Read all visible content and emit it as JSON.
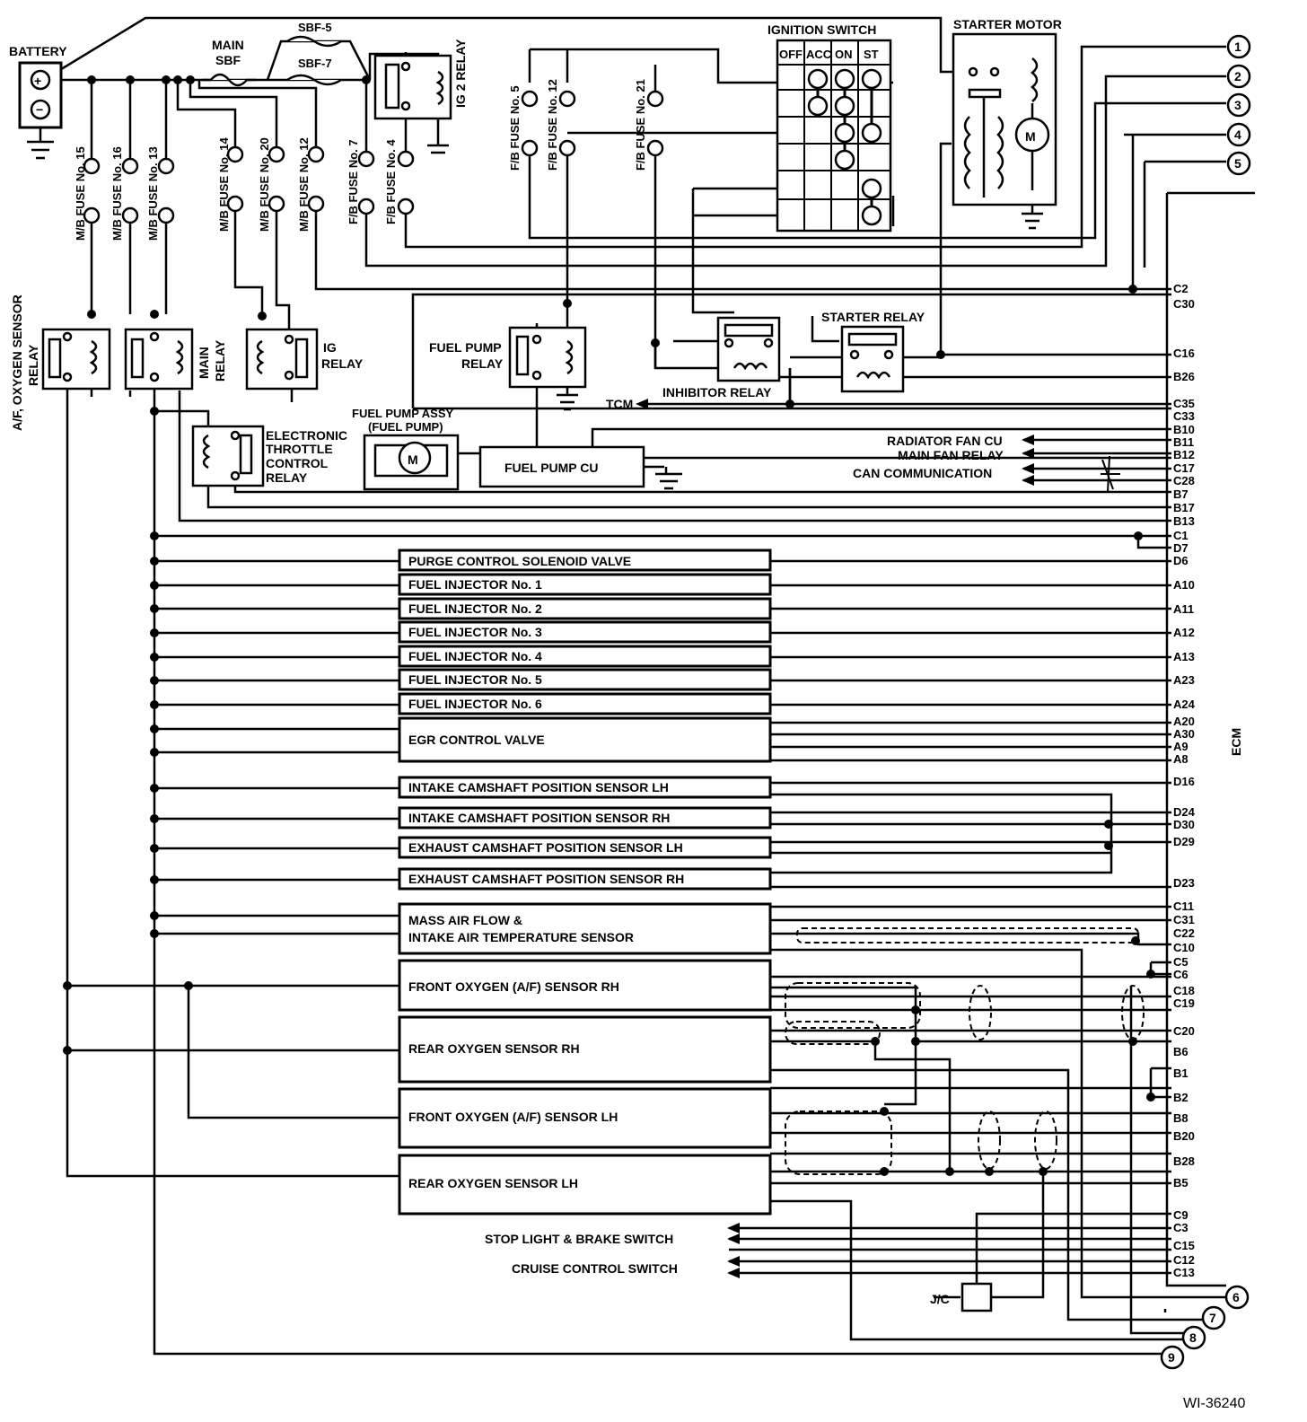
{
  "diagram_id": "WI-36240",
  "ecm_label": "ECM",
  "top_components": {
    "battery": "BATTERY",
    "main_sbf": [
      "MAIN",
      "SBF"
    ],
    "sbf5": "SBF-5",
    "sbf7": "SBF-7",
    "ig2_relay": "IG 2 RELAY",
    "ignition_switch": "IGNITION SWITCH",
    "ign_cols": [
      "OFF",
      "ACC",
      "ON",
      "ST"
    ],
    "starter_motor": "STARTER MOTOR",
    "motor_symbol": "M"
  },
  "fuses": [
    "M/B FUSE No. 15",
    "M/B FUSE No. 16",
    "M/B FUSE No. 13",
    "M/B FUSE No. 14",
    "M/B FUSE No. 20",
    "M/B FUSE No. 12",
    "F/B FUSE No. 7",
    "F/B FUSE No. 4",
    "F/B FUSE No. 5",
    "F/B FUSE No. 12",
    "F/B FUSE No. 21"
  ],
  "relays": {
    "af_oxygen": [
      "A/F, OXYGEN SENSOR",
      "RELAY"
    ],
    "main": [
      "MAIN",
      "RELAY"
    ],
    "ig": [
      "IG",
      "RELAY"
    ],
    "fuel_pump": [
      "FUEL PUMP",
      "RELAY"
    ],
    "inhibitor": "INHIBITOR RELAY",
    "starter": "STARTER RELAY",
    "etc": [
      "ELECTRONIC",
      "THROTTLE",
      "CONTROL",
      "RELAY"
    ]
  },
  "fuel_pump_assy": [
    "FUEL PUMP ASSY",
    "(FUEL PUMP)"
  ],
  "fuel_pump_cu": "FUEL PUMP CU",
  "tcm": "TCM",
  "outputs": {
    "radiator_fan": "RADIATOR FAN CU",
    "main_fan": "MAIN FAN RELAY",
    "can": "CAN COMMUNICATION",
    "stop_light": "STOP LIGHT & BRAKE SWITCH",
    "cruise": "CRUISE CONTROL SWITCH",
    "jc": "J/C"
  },
  "blocks": [
    "PURGE CONTROL SOLENOID VALVE",
    "FUEL INJECTOR No. 1",
    "FUEL INJECTOR No. 2",
    "FUEL INJECTOR No. 3",
    "FUEL INJECTOR No. 4",
    "FUEL INJECTOR No. 5",
    "FUEL INJECTOR No. 6",
    "EGR CONTROL VALVE",
    "INTAKE CAMSHAFT POSITION SENSOR LH",
    "INTAKE CAMSHAFT POSITION SENSOR RH",
    "EXHAUST CAMSHAFT POSITION SENSOR LH",
    "EXHAUST CAMSHAFT POSITION SENSOR RH",
    "MASS AIR FLOW &",
    "INTAKE AIR TEMPERATURE SENSOR",
    "FRONT OXYGEN (A/F) SENSOR RH",
    "REAR OXYGEN SENSOR RH",
    "FRONT OXYGEN (A/F) SENSOR LH",
    "REAR OXYGEN SENSOR LH"
  ],
  "ecm_pins": [
    "C2",
    "C30",
    "C16",
    "B26",
    "C35",
    "C33",
    "B10",
    "B11",
    "B12",
    "C17",
    "C28",
    "B7",
    "B17",
    "B13",
    "C1",
    "D7",
    "D6",
    "A10",
    "A11",
    "A12",
    "A13",
    "A23",
    "A24",
    "A20",
    "A30",
    "A9",
    "A8",
    "D16",
    "D24",
    "D30",
    "D29",
    "D23",
    "C11",
    "C31",
    "C22",
    "C10",
    "C5",
    "C6",
    "C18",
    "C19",
    "C20",
    "B6",
    "B1",
    "B2",
    "B8",
    "B20",
    "B28",
    "B5",
    "C9",
    "C3",
    "C15",
    "C12",
    "C13"
  ],
  "connectors": [
    "1",
    "2",
    "3",
    "4",
    "5",
    "6",
    "7",
    "8",
    "9"
  ]
}
